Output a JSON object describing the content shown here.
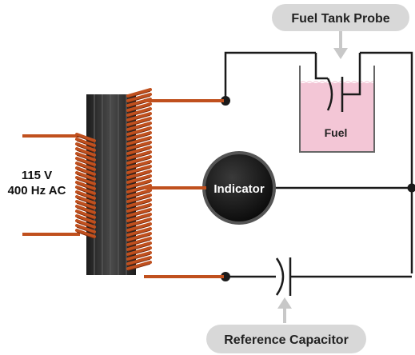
{
  "labels": {
    "probe_callout": "Fuel Tank Probe",
    "fuel": "Fuel",
    "supply_line1": "115 V",
    "supply_line2": "400 Hz AC",
    "indicator": "Indicator",
    "reference_callout": "Reference Capacitor"
  },
  "colors": {
    "wire": "#1a1a1a",
    "copper": "#c0501e",
    "copper_dark": "#7a2a0c",
    "core": "#2b2b2b",
    "fuel_fill": "#f3c6d6",
    "tank_border": "#666666",
    "callout_bg": "#d8d8d8",
    "indicator_body": "#111111",
    "indicator_ring": "#5a5a5a"
  }
}
